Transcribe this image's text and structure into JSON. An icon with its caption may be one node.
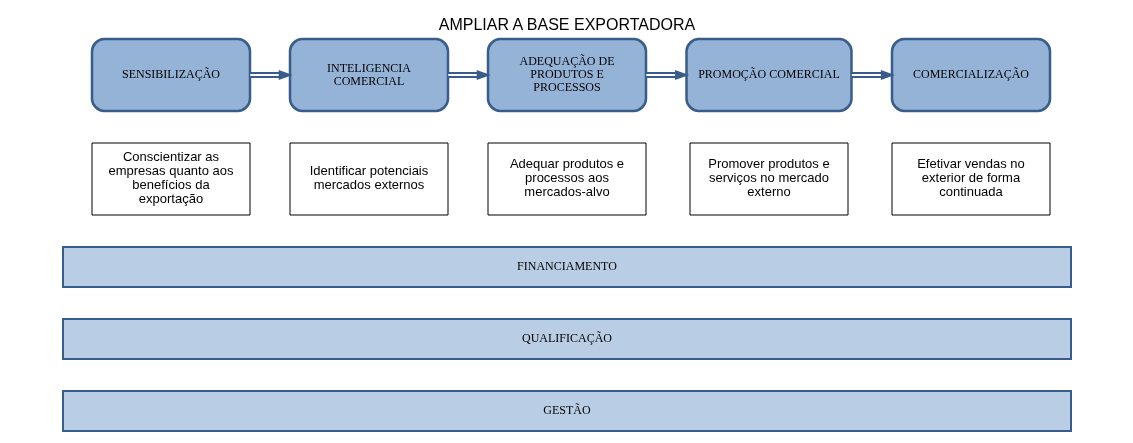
{
  "diagram": {
    "title": "AMPLIAR A BASE EXPORTADORA",
    "nodes": [
      {
        "text": [
          "SENSIBILIZAÇÃO"
        ]
      },
      {
        "text": [
          "INTELIGENCIA COMERCIAL"
        ]
      },
      {
        "text": [
          "ADEQUAÇÃO DE PRODUTOS E PROCESSOS"
        ]
      },
      {
        "text": [
          "PROMOÇÃO COMERCIAL"
        ]
      },
      {
        "text": [
          "COMERCIALIZAÇÃO"
        ]
      },
      {
        "text": [
          "Conscientizar as empresas quanto aos benefícios da exportação"
        ]
      },
      {
        "text": [
          "Identificar potenciais mercados externos"
        ]
      },
      {
        "text": [
          "Adequar produtos e processos aos mercados-alvo"
        ]
      },
      {
        "text": [
          "Promover produtos e serviços no mercado externo"
        ]
      },
      {
        "text": [
          "Efetivar vendas no exterior de forma continuada"
        ]
      },
      {
        "text": [
          "FINANCIAMENTO"
        ]
      },
      {
        "text": [
          "QUALIFICAÇÃO"
        ]
      },
      {
        "text": [
          "GESTÃO"
        ]
      }
    ],
    "edges": [
      {
        "from": 0,
        "to": 1,
        "arrow": "to"
      },
      {
        "from": 1,
        "to": 2,
        "arrow": "to"
      },
      {
        "from": 2,
        "to": 3,
        "arrow": "to"
      },
      {
        "from": 3,
        "to": 4,
        "arrow": "to"
      }
    ]
  }
}
